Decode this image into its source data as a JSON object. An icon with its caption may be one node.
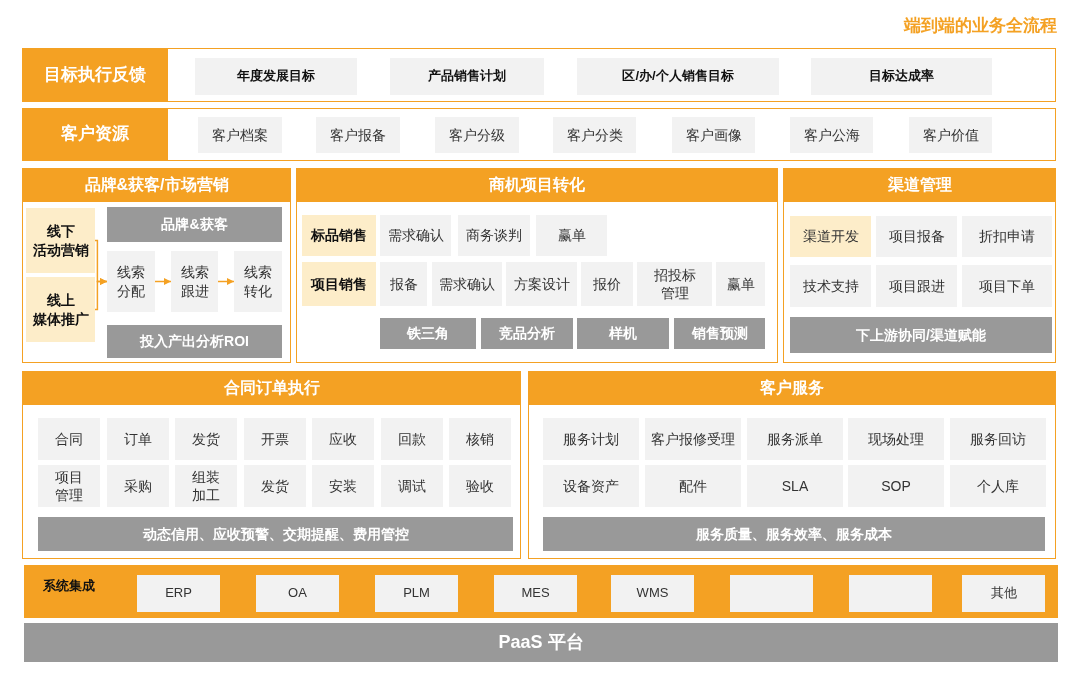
{
  "diagram": {
    "title": "端到端的业务全流程",
    "nodes": [
      {
        "text": [
          "目标执行反馈"
        ]
      },
      {
        "text": [
          "年度发展目标"
        ],
        "in": 0
      },
      {
        "text": [
          "产品销售计划"
        ],
        "in": 0
      },
      {
        "text": [
          "区/办/个人销售目标"
        ],
        "in": 0
      },
      {
        "text": [
          "目标达成率"
        ],
        "in": 0
      },
      {
        "text": [
          "客户资源"
        ]
      },
      {
        "text": [
          "客户档案"
        ],
        "in": 5
      },
      {
        "text": [
          "客户报备"
        ],
        "in": 5
      },
      {
        "text": [
          "客户分级"
        ],
        "in": 5
      },
      {
        "text": [
          "客户分类"
        ],
        "in": 5
      },
      {
        "text": [
          "客户画像"
        ],
        "in": 5
      },
      {
        "text": [
          "客户公海"
        ],
        "in": 5
      },
      {
        "text": [
          "客户价值"
        ],
        "in": 5
      },
      {
        "text": [
          "品牌&获客/市场营销"
        ]
      },
      {
        "text": [
          "线下活动营销"
        ],
        "in": 13
      },
      {
        "text": [
          "线上媒体推广"
        ],
        "in": 13
      },
      {
        "text": [
          "品牌&获客"
        ],
        "in": 13
      },
      {
        "text": [
          "线索分配"
        ],
        "in": 13
      },
      {
        "text": [
          "线索跟进"
        ],
        "in": 13
      },
      {
        "text": [
          "线索转化"
        ],
        "in": 13
      },
      {
        "text": [
          "投入产出分析ROI"
        ],
        "in": 13
      },
      {
        "text": [
          "商机项目转化"
        ]
      },
      {
        "text": [
          "标品销售"
        ],
        "in": 21
      },
      {
        "text": [
          "需求确认"
        ],
        "in": 21
      },
      {
        "text": [
          "商务谈判"
        ],
        "in": 21
      },
      {
        "text": [
          "赢单"
        ],
        "in": 21
      },
      {
        "text": [
          "项目销售"
        ],
        "in": 21
      },
      {
        "text": [
          "报备"
        ],
        "in": 21
      },
      {
        "text": [
          "需求确认"
        ],
        "in": 21
      },
      {
        "text": [
          "方案设计"
        ],
        "in": 21
      },
      {
        "text": [
          "报价"
        ],
        "in": 21
      },
      {
        "text": [
          "招投标管理"
        ],
        "in": 21
      },
      {
        "text": [
          "赢单"
        ],
        "in": 21
      },
      {
        "text": [
          "铁三角"
        ],
        "in": 21
      },
      {
        "text": [
          "竞品分析"
        ],
        "in": 21
      },
      {
        "text": [
          "样机"
        ],
        "in": 21
      },
      {
        "text": [
          "销售预测"
        ],
        "in": 21
      },
      {
        "text": [
          "渠道管理"
        ]
      },
      {
        "text": [
          "渠道开发"
        ],
        "in": 37
      },
      {
        "text": [
          "项目报备"
        ],
        "in": 37
      },
      {
        "text": [
          "折扣申请"
        ],
        "in": 37
      },
      {
        "text": [
          "技术支持"
        ],
        "in": 37
      },
      {
        "text": [
          "项目跟进"
        ],
        "in": 37
      },
      {
        "text": [
          "项目下单"
        ],
        "in": 37
      },
      {
        "text": [
          "下上游协同/渠道赋能"
        ],
        "in": 37
      },
      {
        "text": [
          "合同订单执行"
        ]
      },
      {
        "text": [
          "合同"
        ],
        "in": 45
      },
      {
        "text": [
          "订单"
        ],
        "in": 45
      },
      {
        "text": [
          "发货"
        ],
        "in": 45
      },
      {
        "text": [
          "开票"
        ],
        "in": 45
      },
      {
        "text": [
          "应收"
        ],
        "in": 45
      },
      {
        "text": [
          "回款"
        ],
        "in": 45
      },
      {
        "text": [
          "核销"
        ],
        "in": 45
      },
      {
        "text": [
          "项目管理"
        ],
        "in": 45
      },
      {
        "text": [
          "采购"
        ],
        "in": 45
      },
      {
        "text": [
          "组装加工"
        ],
        "in": 45
      },
      {
        "text": [
          "发货"
        ],
        "in": 45
      },
      {
        "text": [
          "安装"
        ],
        "in": 45
      },
      {
        "text": [
          "调试"
        ],
        "in": 45
      },
      {
        "text": [
          "验收"
        ],
        "in": 45
      },
      {
        "text": [
          "动态信用、应收预警、交期提醒、费用管控"
        ],
        "in": 45
      },
      {
        "text": [
          "客户服务"
        ]
      },
      {
        "text": [
          "服务计划"
        ],
        "in": 61
      },
      {
        "text": [
          "客户报修受理"
        ],
        "in": 61
      },
      {
        "text": [
          "服务派单"
        ],
        "in": 61
      },
      {
        "text": [
          "现场处理"
        ],
        "in": 61
      },
      {
        "text": [
          "服务回访"
        ],
        "in": 61
      },
      {
        "text": [
          "设备资产"
        ],
        "in": 61
      },
      {
        "text": [
          "配件"
        ],
        "in": 61
      },
      {
        "text": [
          "SLA"
        ],
        "in": 61
      },
      {
        "text": [
          "SOP"
        ],
        "in": 61
      },
      {
        "text": [
          "个人库"
        ],
        "in": 61
      },
      {
        "text": [
          "服务质量、服务效率、服务成本"
        ],
        "in": 61
      },
      {
        "text": [
          "系统集成"
        ]
      },
      {
        "text": [
          "ERP"
        ],
        "in": 73
      },
      {
        "text": [
          "OA"
        ],
        "in": 73
      },
      {
        "text": [
          "PLM"
        ],
        "in": 73
      },
      {
        "text": [
          "MES"
        ],
        "in": 73
      },
      {
        "text": [
          "WMS"
        ],
        "in": 73
      },
      {
        "text": [],
        "shape": "box",
        "in": 73
      },
      {
        "text": [],
        "shape": "box",
        "in": 73
      },
      {
        "text": [
          "其他"
        ],
        "in": 73
      },
      {
        "text": [
          "PaaS 平台"
        ]
      }
    ],
    "edges": [
      {
        "from": 14,
        "to": 17,
        "arrow": "to"
      },
      {
        "from": 15,
        "to": 17,
        "arrow": "to"
      },
      {
        "from": 17,
        "to": 18,
        "arrow": "to"
      },
      {
        "from": 18,
        "to": 19,
        "arrow": "to"
      }
    ]
  }
}
